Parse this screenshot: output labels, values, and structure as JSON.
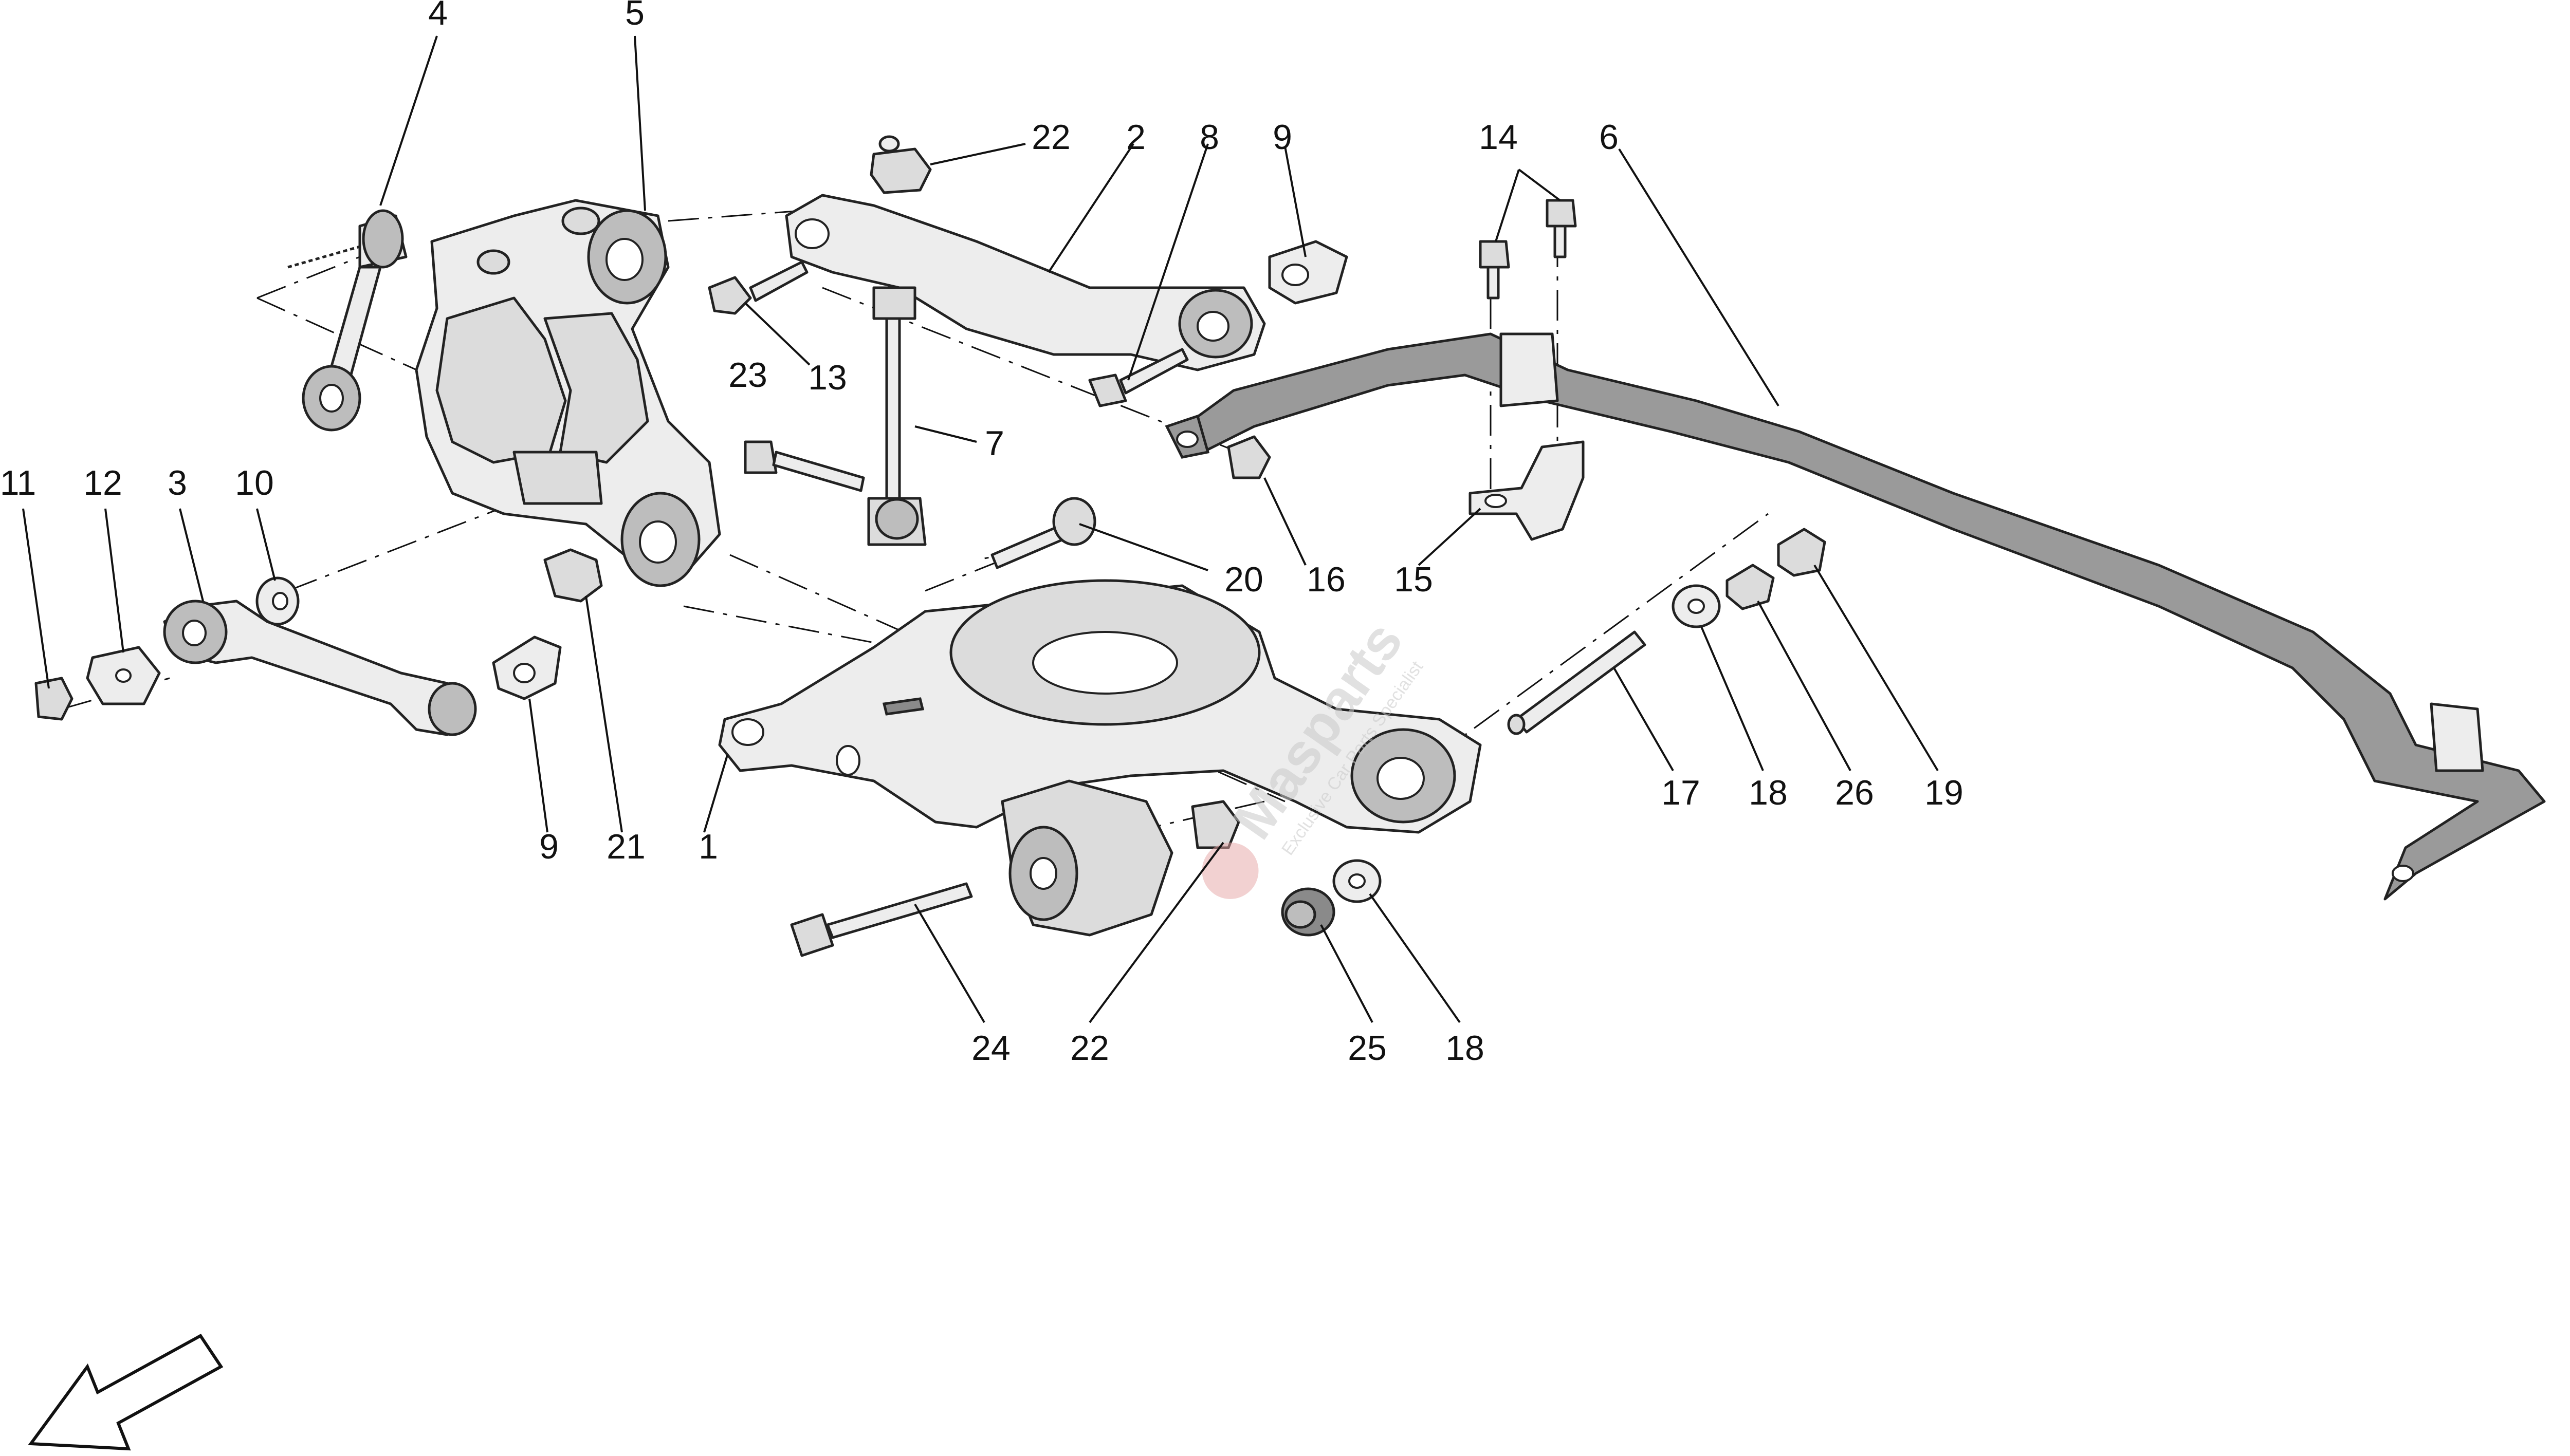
{
  "diagram": {
    "part_labels": {
      "p1": "1",
      "p2": "2",
      "p3": "3",
      "p4": "4",
      "p5": "5",
      "p6": "6",
      "p7": "7",
      "p8": "8",
      "p9a": "9",
      "p9b": "9",
      "p10": "10",
      "p11": "11",
      "p12": "12",
      "p13": "13",
      "p14": "14",
      "p15": "15",
      "p16": "16",
      "p17": "17",
      "p18a": "18",
      "p18b": "18",
      "p19": "19",
      "p20": "20",
      "p21": "21",
      "p22a": "22",
      "p22b": "22",
      "p23": "23",
      "p24": "24",
      "p25": "25",
      "p26": "26"
    },
    "watermark": {
      "brand": "Masparts",
      "tagline": "Exclusive Car Parts Specialist"
    },
    "direction_arrow_icon": "front-direction-arrow-icon"
  }
}
